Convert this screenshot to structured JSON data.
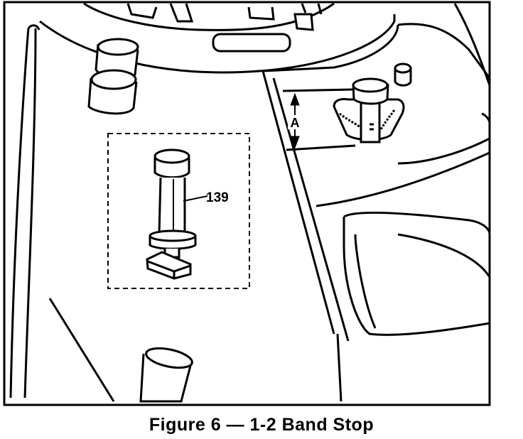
{
  "figure": {
    "caption": "Figure 6 — 1-2 Band Stop",
    "callout_part_number": "139",
    "dimension_label": "A"
  }
}
